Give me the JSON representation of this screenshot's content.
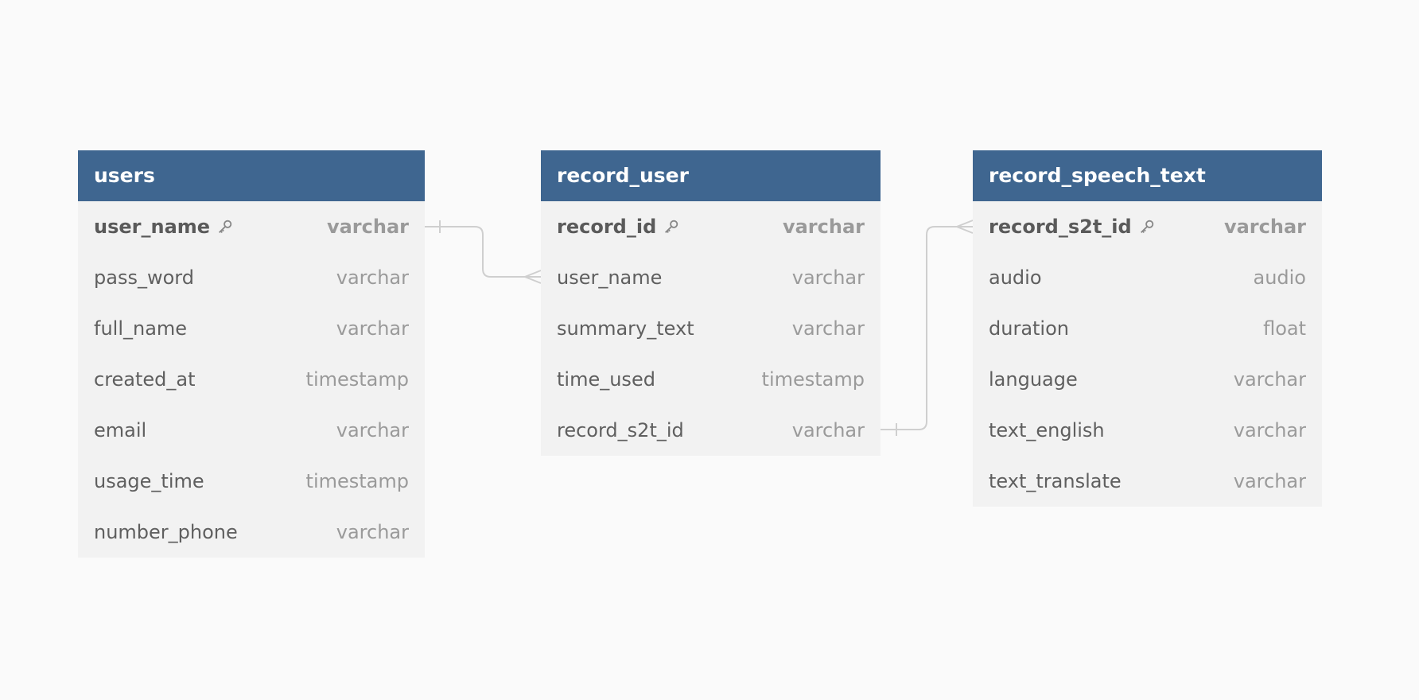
{
  "diagram": {
    "tables": [
      {
        "name": "users",
        "fields": [
          {
            "name": "user_name",
            "type": "varchar",
            "pk": true
          },
          {
            "name": "pass_word",
            "type": "varchar"
          },
          {
            "name": "full_name",
            "type": "varchar"
          },
          {
            "name": "created_at",
            "type": "timestamp"
          },
          {
            "name": "email",
            "type": "varchar"
          },
          {
            "name": "usage_time",
            "type": "timestamp"
          },
          {
            "name": "number_phone",
            "type": "varchar"
          }
        ]
      },
      {
        "name": "record_user",
        "fields": [
          {
            "name": "record_id",
            "type": "varchar",
            "pk": true
          },
          {
            "name": "user_name",
            "type": "varchar"
          },
          {
            "name": "summary_text",
            "type": "varchar"
          },
          {
            "name": "time_used",
            "type": "timestamp"
          },
          {
            "name": "record_s2t_id",
            "type": "varchar"
          }
        ]
      },
      {
        "name": "record_speech_text",
        "fields": [
          {
            "name": "record_s2t_id",
            "type": "varchar",
            "pk": true
          },
          {
            "name": "audio",
            "type": "audio"
          },
          {
            "name": "duration",
            "type": "float"
          },
          {
            "name": "language",
            "type": "varchar"
          },
          {
            "name": "text_english",
            "type": "varchar"
          },
          {
            "name": "text_translate",
            "type": "varchar"
          }
        ]
      }
    ],
    "relations": [
      {
        "from": "users.user_name",
        "from_card": "one",
        "to": "record_user.user_name",
        "to_card": "many"
      },
      {
        "from": "record_user.record_s2t_id",
        "from_card": "one",
        "to": "record_speech_text.record_s2t_id",
        "to_card": "many"
      }
    ],
    "colors": {
      "background": "#fafafa",
      "header": "#3f6690",
      "header_text": "#ffffff",
      "row_bg": "#f2f2f2",
      "field_text": "#5f5f5f",
      "type_text": "#9a9a9a",
      "link": "#cfcfcf"
    },
    "icons": {
      "primary_key": "key-icon"
    }
  }
}
